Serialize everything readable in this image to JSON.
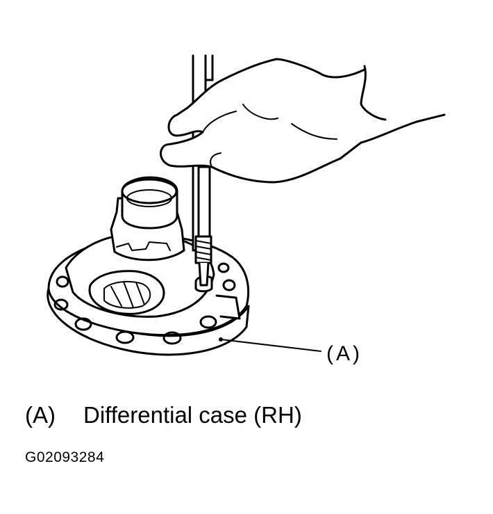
{
  "figure": {
    "callout_label": "(A)",
    "legend": [
      {
        "key": "(A)",
        "text": "Differential case (RH)"
      }
    ],
    "figure_id": "G02093284"
  },
  "colors": {
    "ink": "#000000",
    "paper": "#ffffff"
  },
  "icons": [
    "hand-illustration",
    "tool-illustration",
    "differential-case-illustration"
  ]
}
